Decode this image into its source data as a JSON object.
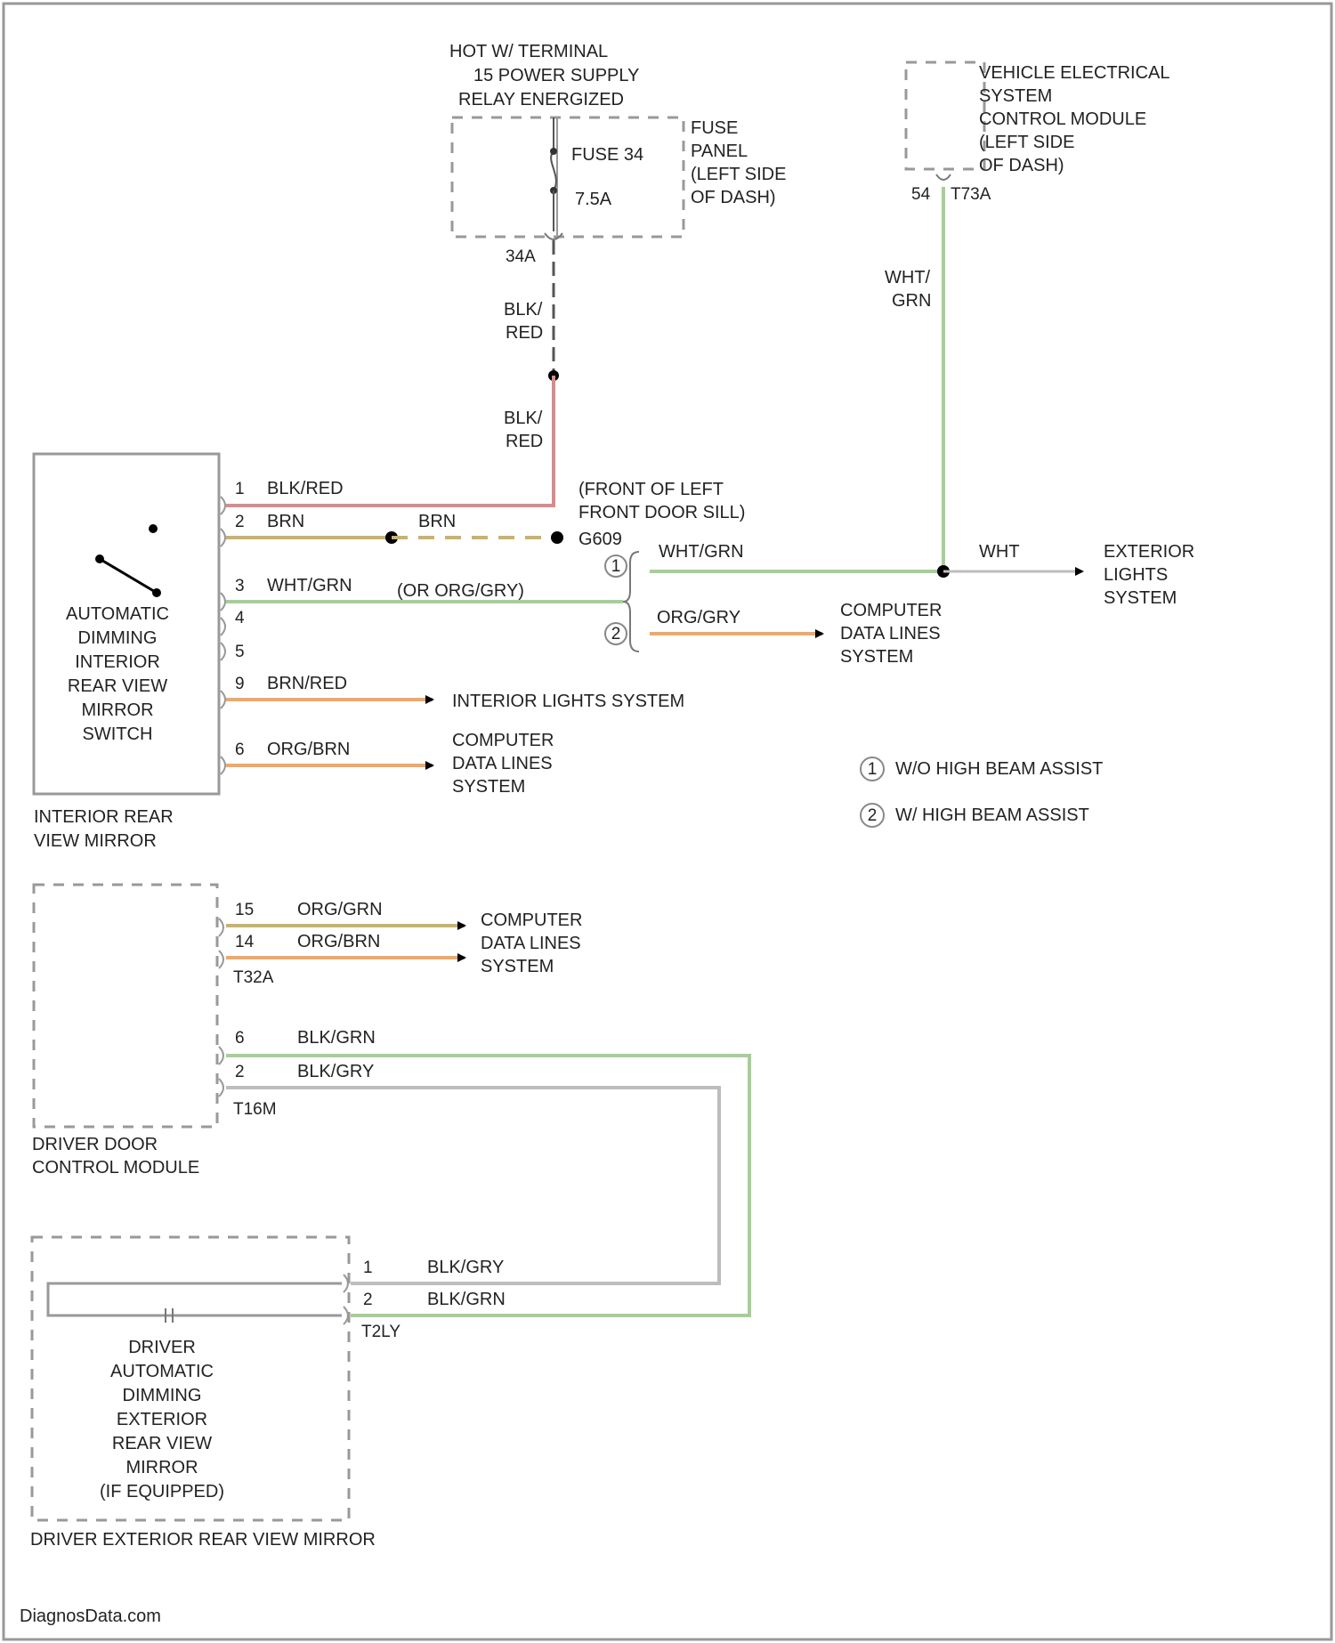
{
  "power": {
    "hot_line1": "HOT W/ TERMINAL",
    "hot_line2": "15 POWER SUPPLY",
    "hot_line3": "RELAY ENERGIZED",
    "fuse_name": "FUSE 34",
    "fuse_rating": "7.5A",
    "panel_line1": "FUSE",
    "panel_line2": "PANEL",
    "panel_line3": "(LEFT SIDE",
    "panel_line4": "OF DASH)",
    "pin": "34A",
    "wire1_line1": "BLK/",
    "wire1_line2": "RED",
    "wire2_line1": "BLK/",
    "wire2_line2": "RED"
  },
  "vecm": {
    "line1": "VEHICLE ELECTRICAL",
    "line2": "SYSTEM",
    "line3": "CONTROL MODULE",
    "line4": "(LEFT SIDE",
    "line5": "OF DASH)",
    "pin": "54",
    "connector": "T73A",
    "wire_line1": "WHT/",
    "wire_line2": "GRN"
  },
  "mirror_switch": {
    "line1": "AUTOMATIC",
    "line2": "DIMMING",
    "line3": "INTERIOR",
    "line4": "REAR VIEW",
    "line5": "MIRROR",
    "line6": "SWITCH",
    "caption1": "INTERIOR REAR",
    "caption2": "VIEW MIRROR",
    "pins": [
      {
        "num": "1",
        "wire": "BLK/RED"
      },
      {
        "num": "2",
        "wire": "BRN"
      },
      {
        "num": "3",
        "wire": "WHT/GRN"
      },
      {
        "num": "4",
        "wire": ""
      },
      {
        "num": "5",
        "wire": ""
      },
      {
        "num": "9",
        "wire": "BRN/RED"
      },
      {
        "num": "6",
        "wire": "ORG/BRN"
      }
    ],
    "alt_wire": "(OR ORG/GRY)",
    "brn_wire_2": "BRN"
  },
  "ground": {
    "location_line1": "(FRONT OF LEFT",
    "location_line2": "FRONT DOOR SILL)",
    "name": "G609"
  },
  "split": {
    "wire_a": "WHT/GRN",
    "wire_b": "ORG/GRY",
    "wht": "WHT"
  },
  "destinations": {
    "ext_lights_line1": "EXTERIOR",
    "ext_lights_line2": "LIGHTS",
    "ext_lights_line3": "SYSTEM",
    "cdl_a_line1": "COMPUTER",
    "cdl_a_line2": "DATA LINES",
    "cdl_a_line3": "SYSTEM",
    "interior_lights": "INTERIOR LIGHTS SYSTEM",
    "cdl_b_line1": "COMPUTER",
    "cdl_b_line2": "DATA LINES",
    "cdl_b_line3": "SYSTEM",
    "cdl_c_line1": "COMPUTER",
    "cdl_c_line2": "DATA LINES",
    "cdl_c_line3": "SYSTEM"
  },
  "legend": [
    {
      "marker": "1",
      "text": "W/O HIGH BEAM ASSIST"
    },
    {
      "marker": "2",
      "text": "W/ HIGH BEAM ASSIST"
    }
  ],
  "door_module": {
    "caption1": "DRIVER DOOR",
    "caption2": "CONTROL MODULE",
    "pins_a": [
      {
        "num": "15",
        "wire": "ORG/GRN"
      },
      {
        "num": "14",
        "wire": "ORG/BRN"
      }
    ],
    "connector_a": "T32A",
    "pins_b": [
      {
        "num": "6",
        "wire": "BLK/GRN"
      },
      {
        "num": "2",
        "wire": "BLK/GRY"
      }
    ],
    "connector_b": "T16M"
  },
  "ext_mirror": {
    "line1": "DRIVER",
    "line2": "AUTOMATIC",
    "line3": "DIMMING",
    "line4": "EXTERIOR",
    "line5": "REAR VIEW",
    "line6": "MIRROR",
    "line7": "(IF EQUIPPED)",
    "caption": "DRIVER EXTERIOR REAR VIEW MIRROR",
    "pins": [
      {
        "num": "1",
        "wire": "BLK/GRY"
      },
      {
        "num": "2",
        "wire": "BLK/GRN"
      }
    ],
    "connector": "T2LY"
  },
  "watermark": "DiagnosData.com",
  "colors": {
    "blk_red": "#d98b8b",
    "brn": "#c9b36a",
    "wht_grn": "#a6cf98",
    "org": "#f0a868",
    "gray": "#bdbdbd",
    "border": "#999999"
  }
}
